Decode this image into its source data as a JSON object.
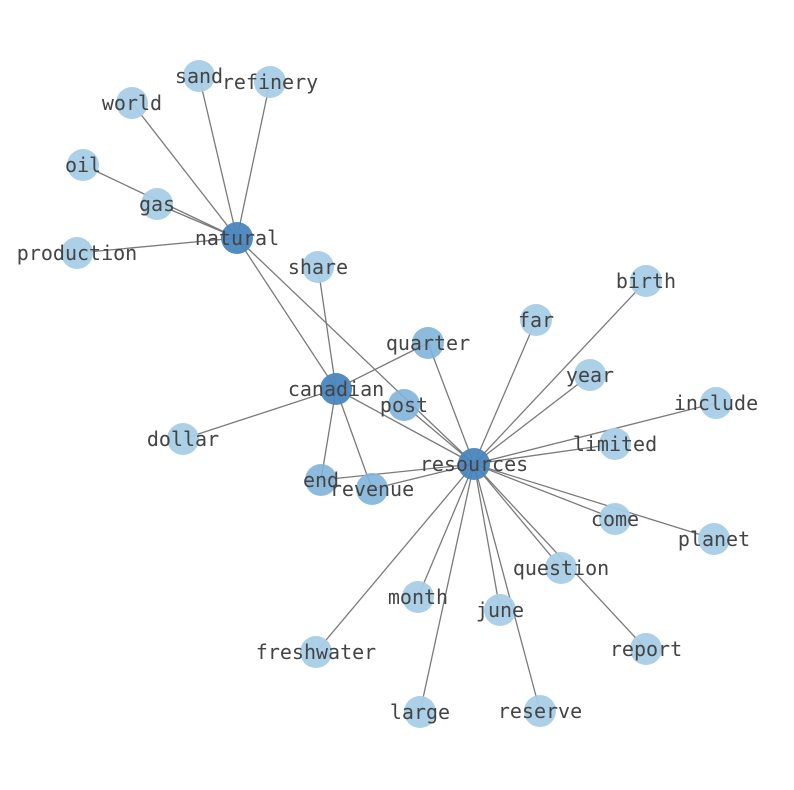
{
  "graph": {
    "colors": {
      "edge": "#7a7a7a",
      "label": "#444444",
      "node_light": "#a6cde6",
      "node_medium": "#7fb4da",
      "node_dark": "#4a86bd"
    },
    "nodes": [
      {
        "id": "resources",
        "label": "resources",
        "tone": "dark"
      },
      {
        "id": "natural",
        "label": "natural",
        "tone": "dark"
      },
      {
        "id": "canadian",
        "label": "canadian",
        "tone": "dark"
      },
      {
        "id": "end",
        "label": "end",
        "tone": "medium"
      },
      {
        "id": "quarter",
        "label": "quarter",
        "tone": "medium"
      },
      {
        "id": "post",
        "label": "post",
        "tone": "medium"
      },
      {
        "id": "revenue",
        "label": "revenue",
        "tone": "medium"
      },
      {
        "id": "sand",
        "label": "sand",
        "tone": "light"
      },
      {
        "id": "refinery",
        "label": "refinery",
        "tone": "light"
      },
      {
        "id": "world",
        "label": "world",
        "tone": "light"
      },
      {
        "id": "oil",
        "label": "oil",
        "tone": "light"
      },
      {
        "id": "gas",
        "label": "gas",
        "tone": "light"
      },
      {
        "id": "production",
        "label": "production",
        "tone": "light"
      },
      {
        "id": "share",
        "label": "share",
        "tone": "light"
      },
      {
        "id": "birth",
        "label": "birth",
        "tone": "light"
      },
      {
        "id": "far",
        "label": "far",
        "tone": "light"
      },
      {
        "id": "year",
        "label": "year",
        "tone": "light"
      },
      {
        "id": "include",
        "label": "include",
        "tone": "light"
      },
      {
        "id": "limited",
        "label": "limited",
        "tone": "light"
      },
      {
        "id": "dollar",
        "label": "dollar",
        "tone": "light"
      },
      {
        "id": "come",
        "label": "come",
        "tone": "light"
      },
      {
        "id": "planet",
        "label": "planet",
        "tone": "light"
      },
      {
        "id": "question",
        "label": "question",
        "tone": "light"
      },
      {
        "id": "month",
        "label": "month",
        "tone": "light"
      },
      {
        "id": "june",
        "label": "june",
        "tone": "light"
      },
      {
        "id": "freshwater",
        "label": "freshwater",
        "tone": "light"
      },
      {
        "id": "report",
        "label": "report",
        "tone": "light"
      },
      {
        "id": "large",
        "label": "large",
        "tone": "light"
      },
      {
        "id": "reserve",
        "label": "reserve",
        "tone": "light"
      }
    ],
    "edges": [
      [
        "natural",
        "sand"
      ],
      [
        "natural",
        "refinery"
      ],
      [
        "natural",
        "world"
      ],
      [
        "natural",
        "oil"
      ],
      [
        "natural",
        "gas"
      ],
      [
        "natural",
        "production"
      ],
      [
        "natural",
        "canadian"
      ],
      [
        "natural",
        "resources"
      ],
      [
        "canadian",
        "share"
      ],
      [
        "canadian",
        "quarter"
      ],
      [
        "canadian",
        "dollar"
      ],
      [
        "canadian",
        "end"
      ],
      [
        "canadian",
        "revenue"
      ],
      [
        "canadian",
        "resources"
      ],
      [
        "resources",
        "quarter"
      ],
      [
        "resources",
        "post"
      ],
      [
        "resources",
        "far"
      ],
      [
        "resources",
        "birth"
      ],
      [
        "resources",
        "year"
      ],
      [
        "resources",
        "include"
      ],
      [
        "resources",
        "limited"
      ],
      [
        "resources",
        "come"
      ],
      [
        "resources",
        "planet"
      ],
      [
        "resources",
        "question"
      ],
      [
        "resources",
        "report"
      ],
      [
        "resources",
        "june"
      ],
      [
        "resources",
        "reserve"
      ],
      [
        "resources",
        "month"
      ],
      [
        "resources",
        "large"
      ],
      [
        "resources",
        "freshwater"
      ],
      [
        "resources",
        "end"
      ],
      [
        "resources",
        "revenue"
      ]
    ]
  }
}
